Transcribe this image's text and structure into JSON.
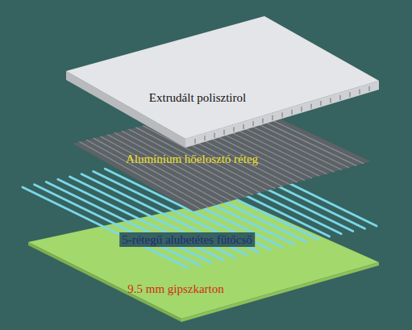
{
  "diagram": {
    "nodes": [
      {
        "text": [
          "Extrudált polisztirol"
        ]
      },
      {
        "text": [
          "Alumínium hőelosztó réteg"
        ]
      },
      {
        "text": [
          "9.5 mm gipszkarton"
        ]
      }
    ],
    "labels": [
      "5-rétegű alubetétes fűtőcső"
    ]
  }
}
